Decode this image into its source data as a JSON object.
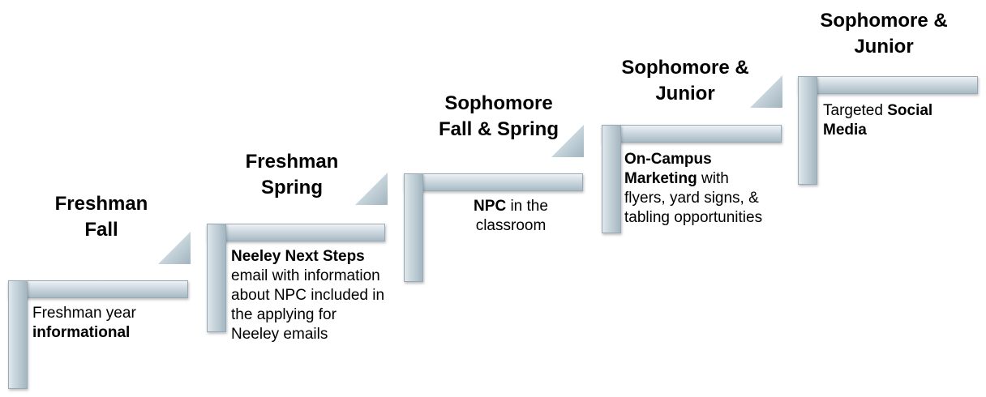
{
  "stages": [
    {
      "title": "Freshman\nFall",
      "desc_before": "Freshman year ",
      "desc_bold": "informational",
      "desc_after": ""
    },
    {
      "title": "Freshman\nSpring",
      "desc_before": "",
      "desc_bold": "Neeley Next Steps",
      "desc_after": " email with information about NPC included in the applying for Neeley emails"
    },
    {
      "title": "Sophomore\nFall & Spring",
      "desc_before": "",
      "desc_bold": "NPC",
      "desc_after": " in the classroom"
    },
    {
      "title": "Sophomore &\nJunior",
      "desc_before": "",
      "desc_bold": "On-Campus Marketing",
      "desc_after": " with flyers, yard signs, & tabling opportunities"
    },
    {
      "title": "Sophomore &\nJunior",
      "desc_before": "Targeted ",
      "desc_bold": "Social Media",
      "desc_after": ""
    }
  ]
}
